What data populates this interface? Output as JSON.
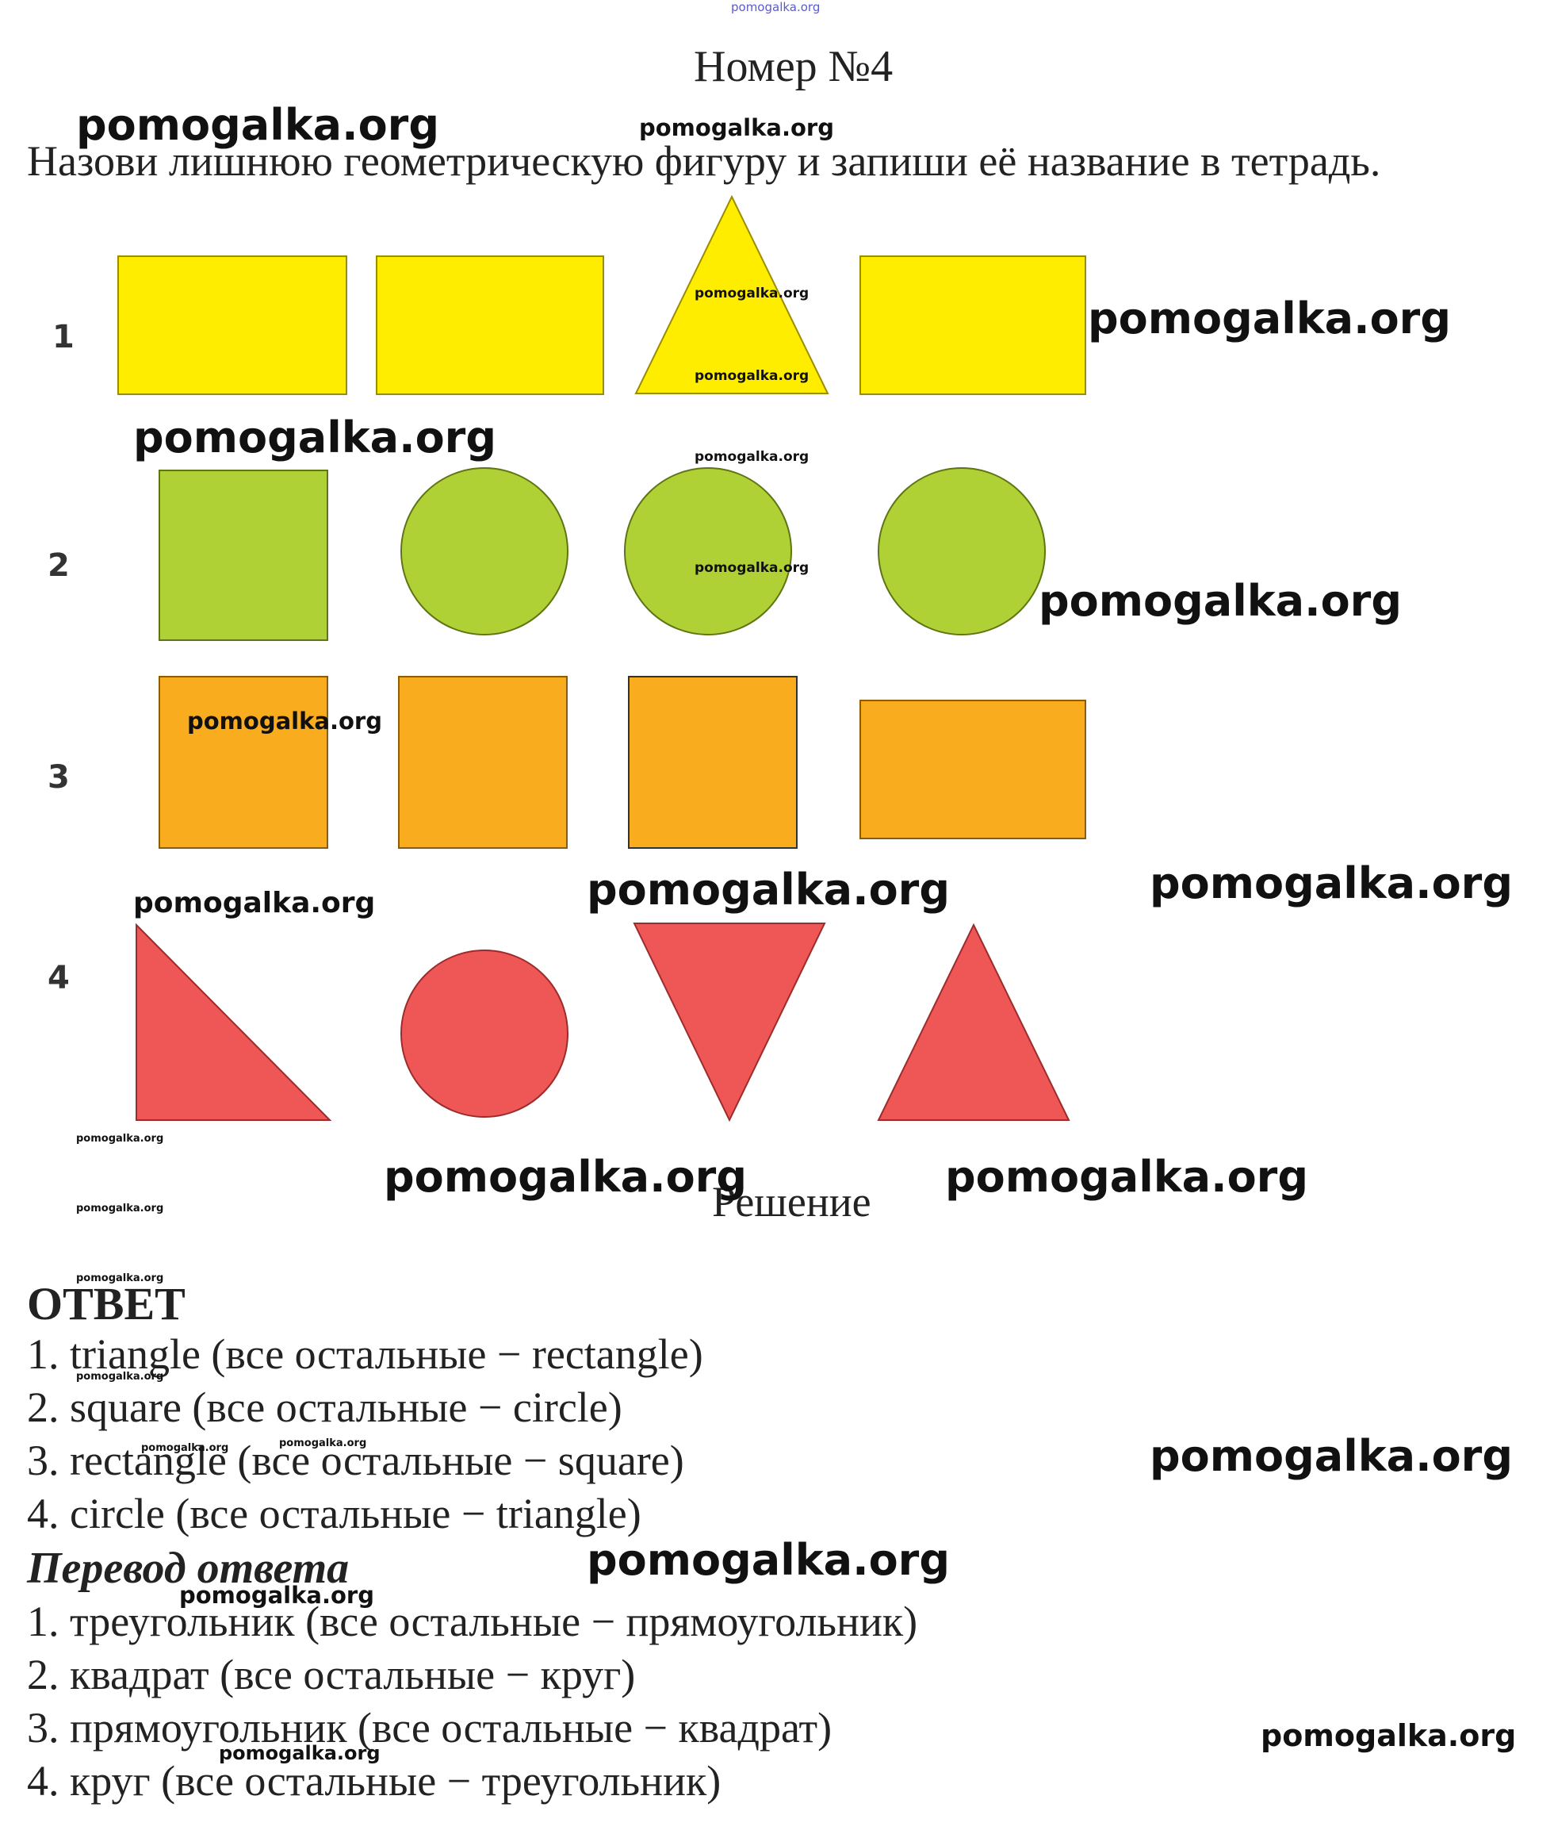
{
  "watermark": "pomogalka.org",
  "title": "Номер №4",
  "task": "Назови лишнюю геометрическую фигуру и запиши её название в тетрадь.",
  "rows": [
    {
      "number": "1",
      "shapes": [
        "rectangle",
        "rectangle",
        "triangle",
        "rectangle"
      ],
      "color": "#FFED00"
    },
    {
      "number": "2",
      "shapes": [
        "square",
        "circle",
        "circle",
        "circle"
      ],
      "color": "#B0D135"
    },
    {
      "number": "3",
      "shapes": [
        "square",
        "square",
        "square",
        "rectangle"
      ],
      "color": "#F9AC1E"
    },
    {
      "number": "4",
      "shapes": [
        "right-triangle",
        "circle",
        "inverted-triangle",
        "triangle"
      ],
      "color": "#EF5656"
    }
  ],
  "solution_label": "Решение",
  "answer": {
    "heading": "ОТВЕТ",
    "lines": [
      "1. triangle (все остальные − rectangle)",
      "2. square (все остальные − circle)",
      "3. rectangle (все остальные − square)",
      "4. circle (все остальные − triangle)"
    ]
  },
  "translation": {
    "heading": "Перевод ответа",
    "lines": [
      "1. треугольник (все остальные − прямоугольник)",
      "2. квадрат (все остальные − круг)",
      "3. прямоугольник (все остальные − квадрат)",
      "4. круг (все остальные − треугольник)"
    ]
  }
}
